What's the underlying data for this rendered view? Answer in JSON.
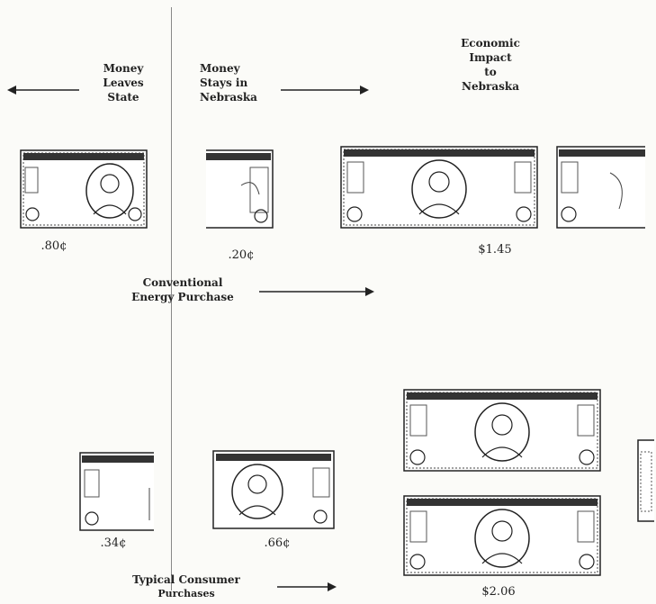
{
  "columns": {
    "leaves_label": [
      "Money",
      "Leaves",
      "State"
    ],
    "stays_label": [
      "Money",
      "Stays in",
      "Nebraska"
    ],
    "impact_label": [
      "Economic",
      "Impact",
      "to",
      "Nebraska"
    ]
  },
  "conventional": {
    "label": [
      "Conventional",
      "Energy Purchase"
    ],
    "leaves_amount": ".80¢",
    "stays_amount": ".20¢",
    "impact_amount": "$1.45",
    "leaves_fraction": 0.8,
    "stays_fraction": 0.2,
    "impact_value": 1.45
  },
  "consumer": {
    "label": [
      "Typical Consumer",
      "Purchases"
    ],
    "leaves_amount": ".34¢",
    "stays_amount": ".66¢",
    "impact_amount": "$2.06",
    "leaves_fraction": 0.34,
    "stays_fraction": 0.66,
    "impact_value": 2.06
  },
  "icons": {
    "bill": "dollar-bill-icon",
    "arrow": "arrow-icon"
  },
  "colors": {
    "ink": "#222222",
    "paper": "#fbfbf8"
  }
}
